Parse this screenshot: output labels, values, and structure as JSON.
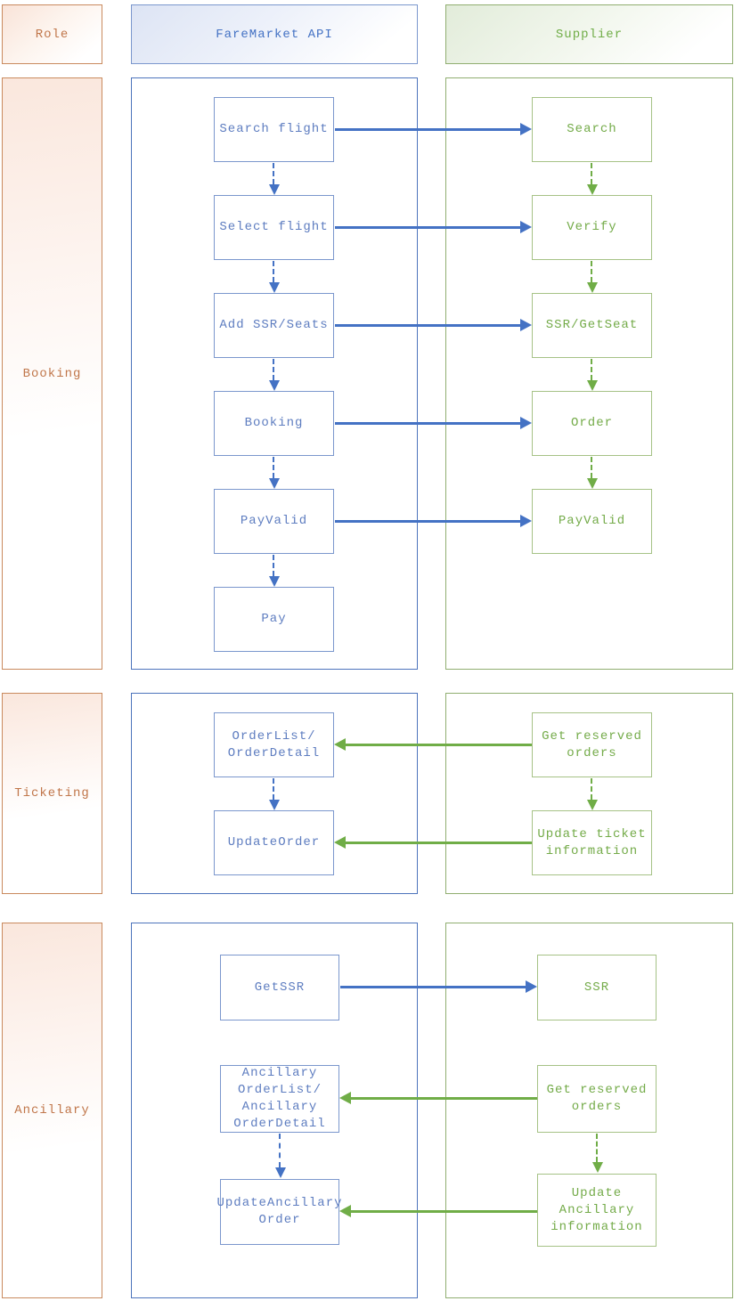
{
  "header": {
    "role": "Role",
    "api": "FareMarket API",
    "supplier": "Supplier"
  },
  "sections": [
    {
      "label": "Booking",
      "api_boxes": [
        "Search flight",
        "Select flight",
        "Add SSR/Seats",
        "Booking",
        "PayValid",
        "Pay"
      ],
      "supplier_boxes": [
        "Search",
        "Verify",
        "SSR/GetSeat",
        "Order",
        "PayValid"
      ]
    },
    {
      "label": "Ticketing",
      "api_boxes": [
        "OrderList/\nOrderDetail",
        "UpdateOrder"
      ],
      "supplier_boxes": [
        "Get reserved\norders",
        "Update ticket\ninformation"
      ]
    },
    {
      "label": "Ancillary",
      "api_boxes": [
        "GetSSR",
        "Ancillary\nOrderList/\nAncillary\nOrderDetail",
        "UpdateAncillary\nOrder"
      ],
      "supplier_boxes": [
        "SSR",
        "Get reserved\norders",
        "Update\nAncillary\ninformation"
      ]
    }
  ],
  "colors": {
    "api_blue": "#4472c4",
    "supplier_green": "#70ad47",
    "role_orange": "#c9804f"
  }
}
